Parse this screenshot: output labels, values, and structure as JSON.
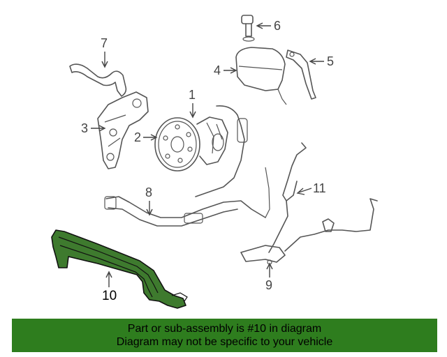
{
  "callouts": {
    "c1": "1",
    "c2": "2",
    "c3": "3",
    "c4": "4",
    "c5": "5",
    "c6": "6",
    "c7": "7",
    "c8": "8",
    "c9": "9",
    "c10": "10",
    "c11": "11"
  },
  "highlight": {
    "part_number": "10",
    "color": "#3e7a2e"
  },
  "banner": {
    "line1": "Part or sub-assembly is #10 in diagram",
    "line2": "Diagram may not be specific to your vehicle",
    "background": "#2e7d1e"
  }
}
